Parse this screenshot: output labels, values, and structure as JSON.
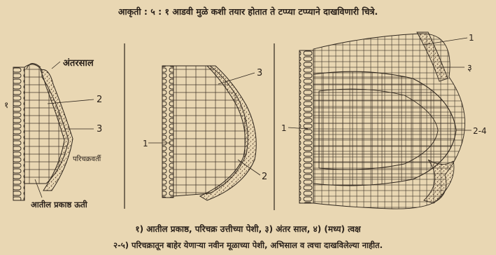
{
  "figure": {
    "title": "आकृती : ५ : १  आडवी मुळे कशी तयार होतात ते टप्प्या टप्प्याने दाखविणारी चित्रे.",
    "caption_line1": "१) आतील प्रकाष्ठ, परिचक्र उत्तीच्या पेशी, ३) अंतर साल, ४) (मध्य) त्वक्ष",
    "caption_line2": "२-५) परिचक्रातून बाहेर येणाऱ्या नवीन मूळाच्या पेशी, अभिसाल व त्वचा दाखविलेल्या नाहीत."
  },
  "panels": [
    {
      "labels": {
        "top_label": "अंतरसाल",
        "left_mark": "१",
        "num2": "2",
        "num3": "3",
        "side_label": "परिचक्रवर्ती",
        "bottom_label": "आतील प्रकाष्ठ ऊती"
      }
    },
    {
      "labels": {
        "num3": "3",
        "num1": "1",
        "num2": "2"
      }
    },
    {
      "labels": {
        "num1_top": "1",
        "num3": "३",
        "num1_left": "1",
        "num24": "2-4"
      }
    }
  ],
  "colors": {
    "paper": "#e9d7b3",
    "ink": "#2a211a",
    "stipple": "#5a4634"
  }
}
